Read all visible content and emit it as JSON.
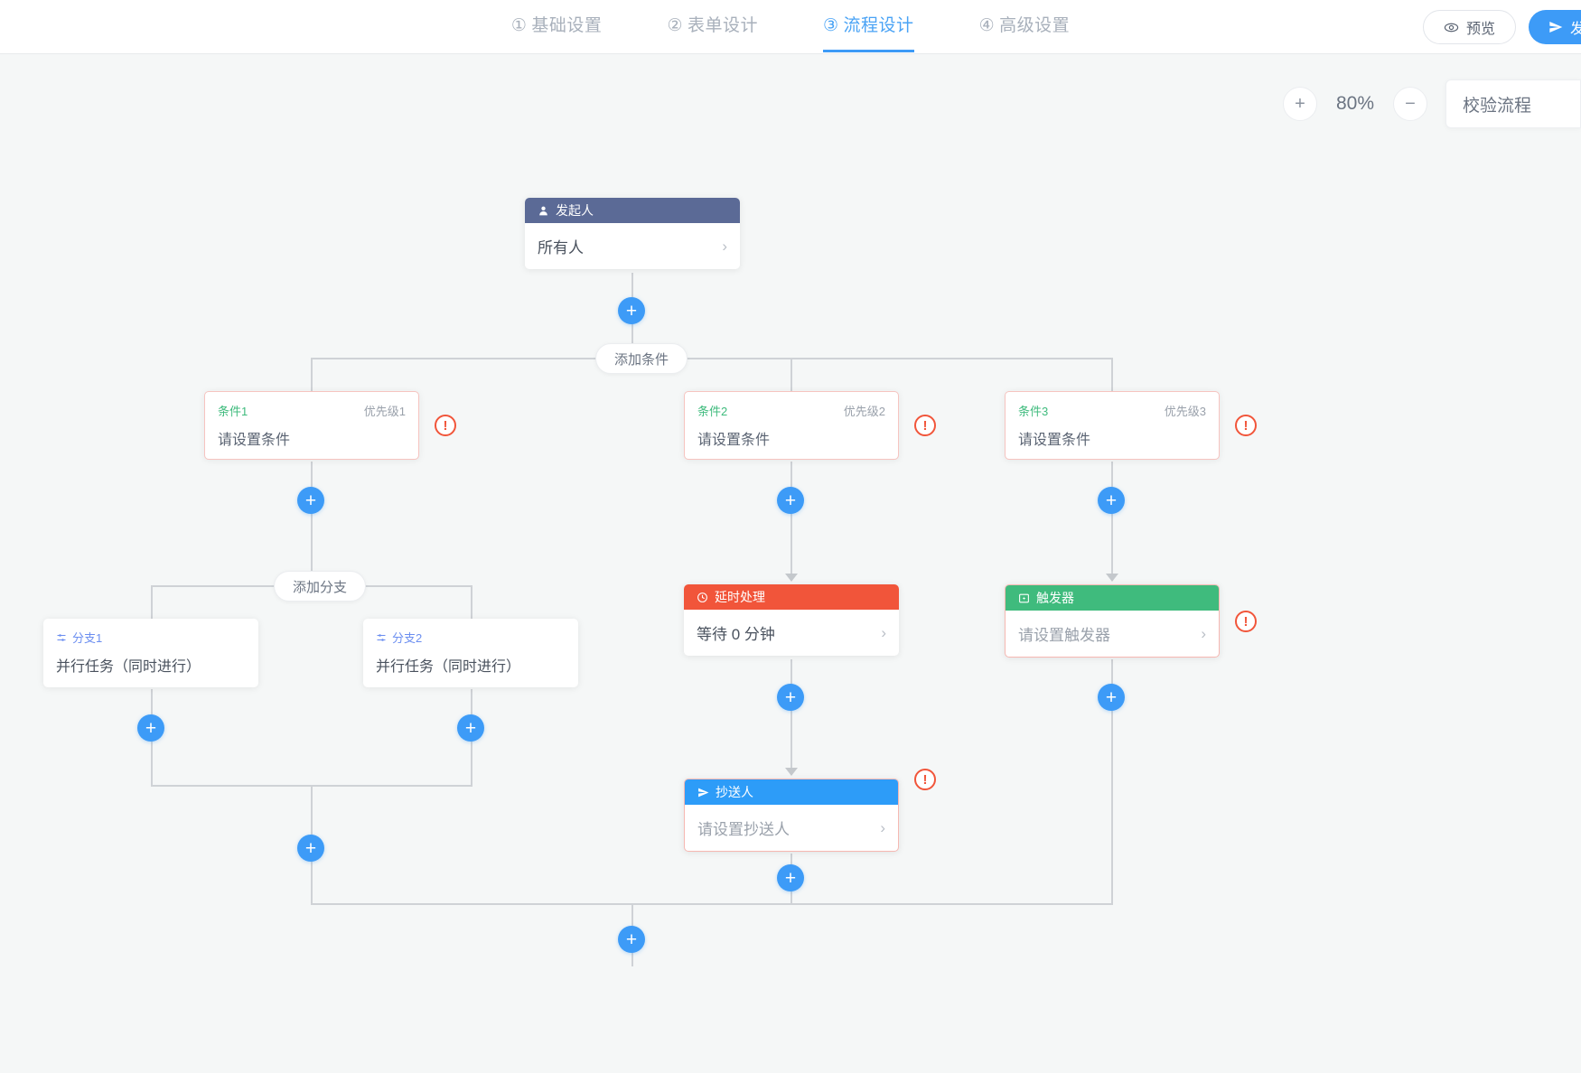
{
  "header": {
    "steps": [
      {
        "num": "①",
        "label": "基础设置",
        "active": false
      },
      {
        "num": "②",
        "label": "表单设计",
        "active": false
      },
      {
        "num": "③",
        "label": "流程设计",
        "active": true
      },
      {
        "num": "④",
        "label": "高级设置",
        "active": false
      }
    ],
    "preview_label": "预览",
    "publish_label": "发布",
    "preview_icon": "eye-icon",
    "publish_icon": "send-icon",
    "active_color": "#4aa3f5",
    "inactive_color": "#a8b0bb"
  },
  "zoom": {
    "increase_label": "+",
    "decrease_label": "−",
    "value": "80%",
    "validate_label": "校验流程"
  },
  "flow": {
    "initiator": {
      "header": "发起人",
      "icon": "user-icon",
      "value": "所有人",
      "chevron": "›",
      "header_color": "#5b6a96"
    },
    "add_condition_label": "添加条件",
    "add_branch_label": "添加分支",
    "conditions": [
      {
        "name": "条件1",
        "priority": "优先级1",
        "body": "请设置条件",
        "error": "!"
      },
      {
        "name": "条件2",
        "priority": "优先级2",
        "body": "请设置条件",
        "error": "!"
      },
      {
        "name": "条件3",
        "priority": "优先级3",
        "body": "请设置条件",
        "error": "!"
      }
    ],
    "branches": [
      {
        "name": "分支1",
        "icon": "branch-icon",
        "body": "并行任务（同时进行）"
      },
      {
        "name": "分支2",
        "icon": "branch-icon",
        "body": "并行任务（同时进行）"
      }
    ],
    "delay_node": {
      "header": "延时处理",
      "icon": "clock-icon",
      "value": "等待 0 分钟",
      "chevron": "›",
      "header_color": "#f1553a"
    },
    "trigger_node": {
      "header": "触发器",
      "icon": "trigger-icon",
      "value": "请设置触发器",
      "chevron": "›",
      "error": "!",
      "header_color": "#3fbb7d"
    },
    "cc_node": {
      "header": "抄送人",
      "icon": "send-icon",
      "value": "请设置抄送人",
      "chevron": "›",
      "error": "!",
      "header_color": "#2d9cf8"
    },
    "plus_label": "+"
  }
}
